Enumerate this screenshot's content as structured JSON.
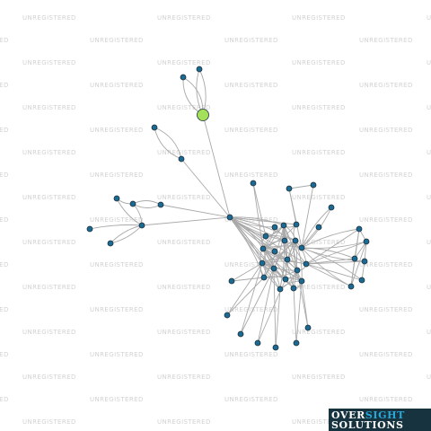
{
  "watermark": {
    "text": "UNREGISTERED",
    "color": "#d2d2d2"
  },
  "logo": {
    "line1_a": "OVER",
    "line1_b": "SIGHT",
    "line2": "SOLUTIONS",
    "background": "#16333f",
    "accent": "#2aa7d8"
  },
  "network": {
    "edge_color": "#a9a9a9",
    "node_color": "#1a6a93",
    "highlight_node_color": "#a5e05b",
    "node_count": 49,
    "highlighted_node": "n-focus"
  }
}
